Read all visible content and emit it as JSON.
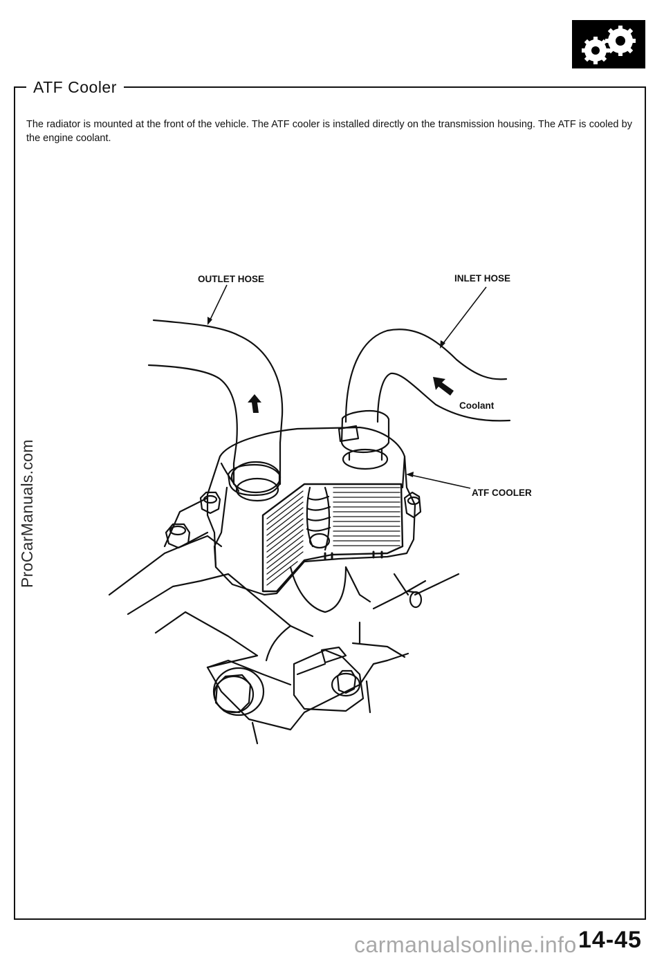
{
  "section": {
    "title": "ATF Cooler"
  },
  "intro": {
    "text": "The radiator is mounted at the front of the vehicle. The ATF cooler is installed directly on the transmission housing. The ATF is cooled by the engine coolant."
  },
  "diagram": {
    "labels": {
      "outlet_hose": "OUTLET HOSE",
      "inlet_hose": "INLET HOSE",
      "coolant": "Coolant",
      "atf_cooler": "ATF COOLER"
    }
  },
  "page": {
    "number": "14-45"
  },
  "watermarks": {
    "side": "ProCarManuals.com",
    "footer": "carmanualsonline.info"
  },
  "icons": {
    "badge": "gears-icon"
  }
}
